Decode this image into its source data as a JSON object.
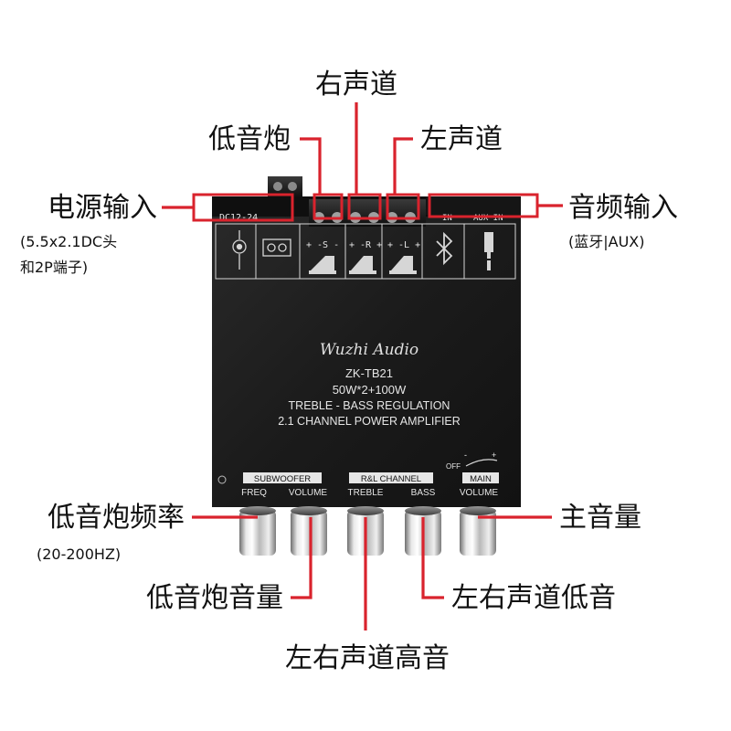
{
  "callouts": {
    "right_channel": "右声道",
    "subwoofer": "低音炮",
    "left_channel": "左声道",
    "power_input": "电源输入",
    "power_input_note_1": "(5.5x2.1DC头",
    "power_input_note_2": "和2P端子)",
    "audio_input": "音频输入",
    "audio_input_note": "(蓝牙|AUX)",
    "sub_frequency": "低音炮频率",
    "sub_frequency_note": "(20-200HZ)",
    "main_volume": "主音量",
    "sub_volume": "低音炮音量",
    "lr_bass": "左右声道低音",
    "lr_treble": "左右声道高音"
  },
  "board": {
    "brand": "Wuzhi Audio",
    "model": "ZK-TB21",
    "power_spec": "50W*2+100W",
    "regulation": "TREBLE - BASS REGULATION",
    "description": "2.1 CHANNEL POWER AMPLIFIER",
    "dc_label": "DC12-24",
    "in_label": "IN",
    "aux_label": "AUX IN",
    "spk_s": "+ -S -",
    "spk_r": "+ -R +",
    "spk_l": "+ -L +",
    "group_subwoofer": "SUBWOOFER",
    "group_rl": "R&L CHANNEL",
    "group_main": "MAIN",
    "knob_freq": "FREQ",
    "knob_sub_volume": "VOLUME",
    "knob_treble": "TREBLE",
    "knob_bass": "BASS",
    "knob_main_volume": "VOLUME",
    "off_label": "OFF",
    "minus_label": "-",
    "plus_label": "+"
  },
  "colors": {
    "accent_red": "#d9232d",
    "board_black": "#1c1c1c",
    "silkscreen": "#e6e6e6"
  }
}
